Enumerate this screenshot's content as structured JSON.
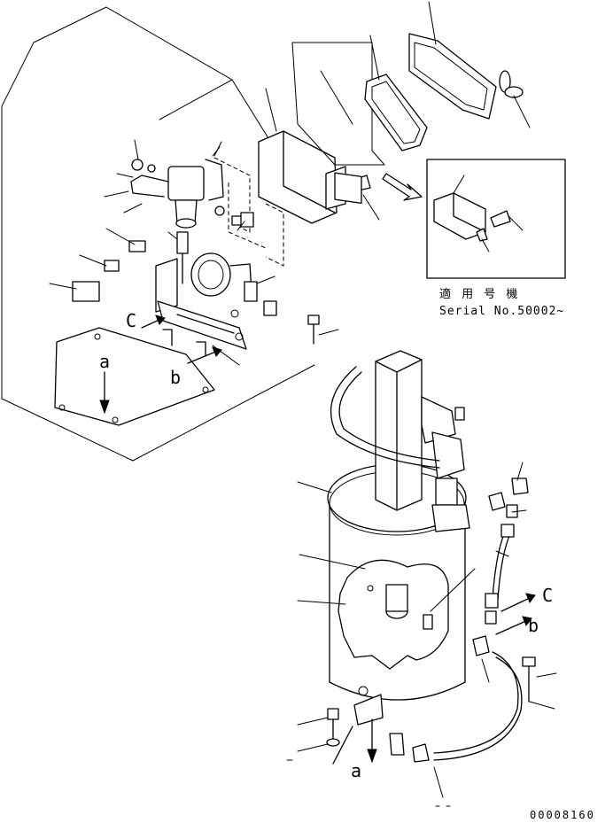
{
  "inset": {
    "applicable_machine": "適 用 号 機",
    "serial": "Serial No.50002~"
  },
  "labels": {
    "a_upper": "a",
    "b_upper": "b",
    "c_upper": "C",
    "c_lower": "C",
    "b_lower": "b",
    "a_lower": "a"
  },
  "drawing_number": "00008160"
}
